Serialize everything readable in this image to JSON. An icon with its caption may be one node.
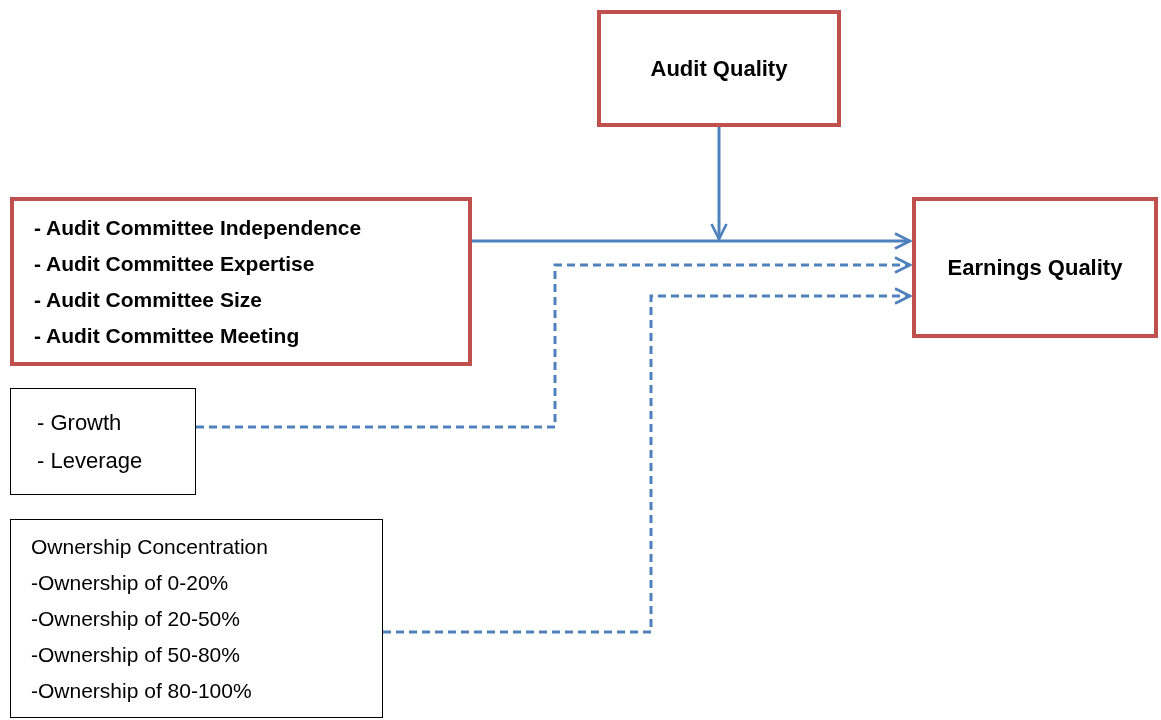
{
  "diagram": {
    "nodes": [
      {
        "text": [
          "Audit Quality"
        ]
      },
      {
        "text": [
          "- Audit Committee Independence",
          "- Audit Committee Expertise",
          "- Audit Committee Size",
          "- Audit Committee Meeting"
        ]
      },
      {
        "text": [
          "Earnings Quality"
        ]
      },
      {
        "text": [
          "- Growth",
          "- Leverage"
        ]
      },
      {
        "text": [
          "Ownership Concentration",
          "-Ownership of 0-20%",
          "-Ownership of 20-50%",
          "-Ownership of 50-80%",
          "-Ownership of 80-100%"
        ]
      }
    ],
    "edges": [
      {
        "from": 1,
        "to": 2,
        "arrow": "to"
      },
      {
        "from": 0,
        "to": null,
        "arrow": "to"
      },
      {
        "from": 3,
        "to": 2,
        "arrow": "to",
        "style": "dashed"
      },
      {
        "from": 4,
        "to": 2,
        "arrow": "to",
        "style": "dashed"
      }
    ]
  }
}
